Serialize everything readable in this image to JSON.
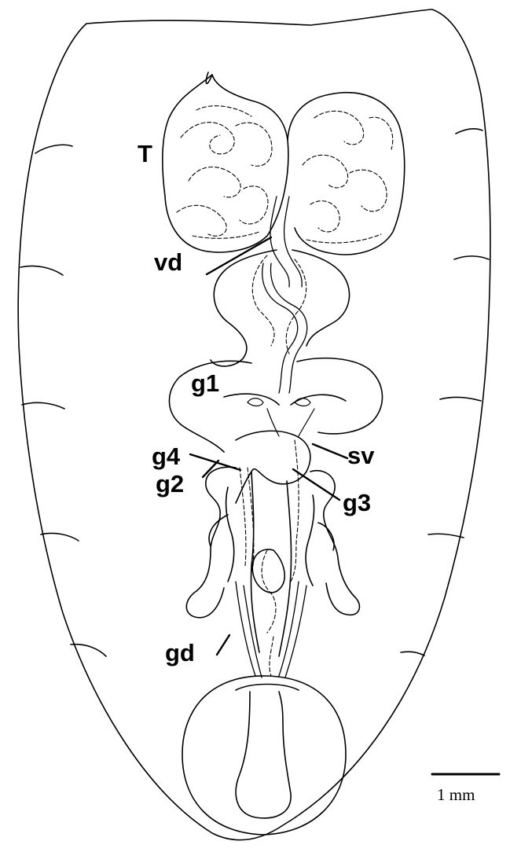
{
  "labels": {
    "testis": "T",
    "vas_deferens": "vd",
    "gland_1": "g1",
    "gland_4": "g4",
    "gland_2": "g2",
    "seminal_vesicle": "sv",
    "gland_3": "g3",
    "genital_duct": "gd"
  },
  "scale_bar": {
    "label": "1 mm"
  },
  "colors": {
    "ink": "#000000",
    "background": "#ffffff"
  }
}
